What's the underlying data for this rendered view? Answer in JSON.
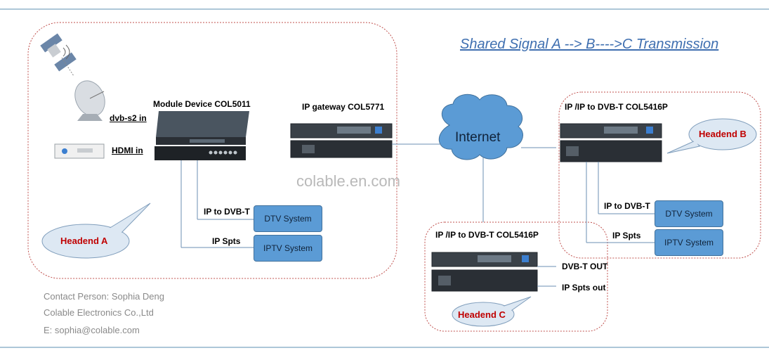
{
  "title": "Shared Signal A --> B---->C Transmission",
  "watermark": "colable.en.com",
  "internet": "Internet",
  "headend_a": {
    "callout": "Headend A",
    "module_device": "Module Device COL5011",
    "dvb_s2_in": "dvb-s2 in",
    "hdmi_in": "HDMI in",
    "ip_gateway": "IP gateway COL5771",
    "ip_to_dvbt": "IP to DVB-T",
    "ip_spts": "IP  Spts",
    "dtv_system": "DTV System",
    "iptv_system": "IPTV  System"
  },
  "headend_b": {
    "callout": "Headend B",
    "device": "IP /IP to DVB-T COL5416P",
    "ip_to_dvbt": "IP to DVB-T",
    "ip_spts": "IP  Spts",
    "dtv_system": "DTV System",
    "iptv_system": "IPTV  System"
  },
  "headend_c": {
    "callout": "Headend C",
    "device": "IP /IP to DVB-T COL5416P",
    "dvbt_out": "DVB-T OUT",
    "ip_spts_out": "IP Spts out"
  },
  "contact": {
    "person": "Contact Person: Sophia Deng",
    "company": "Colable Electronics Co.,Ltd",
    "email": "E: sophia@colable.com"
  },
  "colors": {
    "accent_line": "#5b8fb0",
    "region_border": "#c0504d",
    "system_box": "#5b9bd5",
    "callout_fill": "#dde8f3",
    "callout_text": "#c00000",
    "title_text": "#3f6fb0"
  }
}
